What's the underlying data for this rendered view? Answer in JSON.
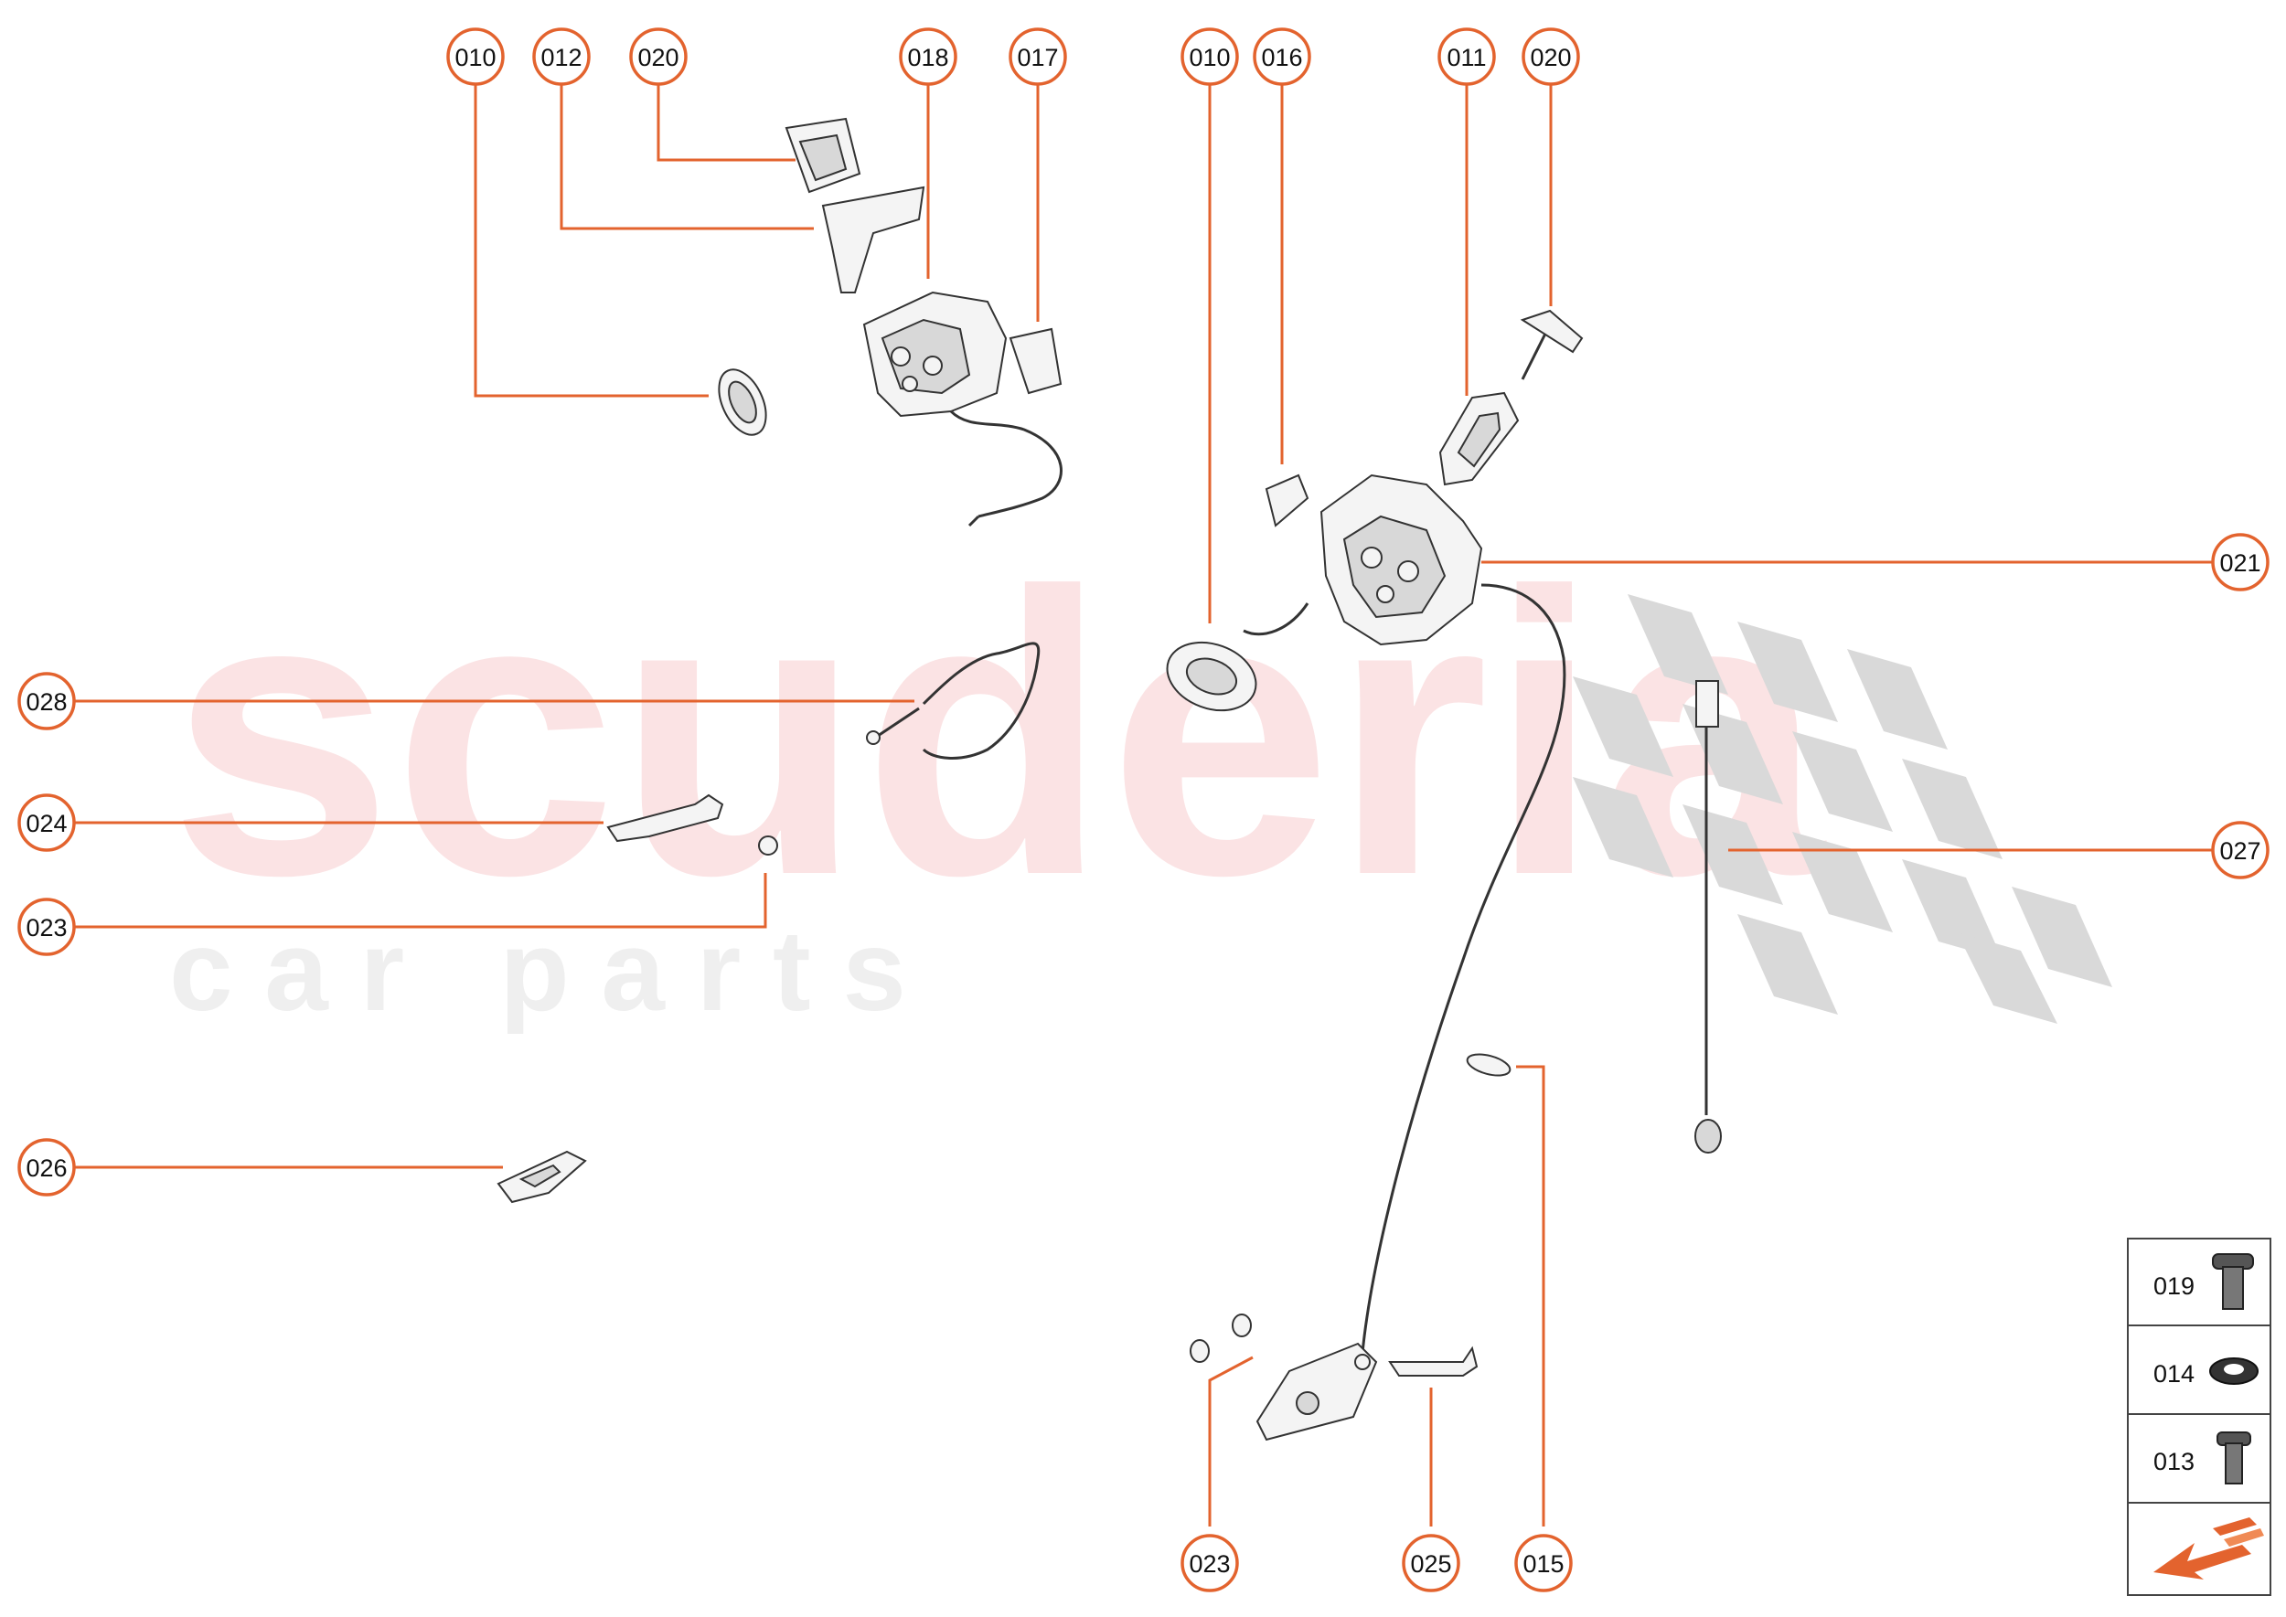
{
  "watermark": {
    "brand": "scuderia",
    "tagline": "c a r   p a r t s"
  },
  "callouts": [
    {
      "id": "c1",
      "label": "010"
    },
    {
      "id": "c2",
      "label": "012"
    },
    {
      "id": "c3",
      "label": "020"
    },
    {
      "id": "c4",
      "label": "018"
    },
    {
      "id": "c5",
      "label": "017"
    },
    {
      "id": "c6",
      "label": "010"
    },
    {
      "id": "c7",
      "label": "016"
    },
    {
      "id": "c8",
      "label": "011"
    },
    {
      "id": "c9",
      "label": "020"
    },
    {
      "id": "c10",
      "label": "021"
    },
    {
      "id": "c11",
      "label": "028"
    },
    {
      "id": "c12",
      "label": "024"
    },
    {
      "id": "c13",
      "label": "023"
    },
    {
      "id": "c14",
      "label": "027"
    },
    {
      "id": "c15",
      "label": "026"
    },
    {
      "id": "c16",
      "label": "023"
    },
    {
      "id": "c17",
      "label": "025"
    },
    {
      "id": "c18",
      "label": "015"
    }
  ],
  "legend": [
    {
      "label": "019",
      "icon": "screw-icon"
    },
    {
      "label": "014",
      "icon": "washer-icon"
    },
    {
      "label": "013",
      "icon": "bolt-icon"
    },
    {
      "label": "",
      "icon": "orange-arrow-icon"
    }
  ],
  "colors": {
    "accent": "#e3632e",
    "watermark_red": "#fbe3e4",
    "watermark_grey": "#efefef"
  }
}
